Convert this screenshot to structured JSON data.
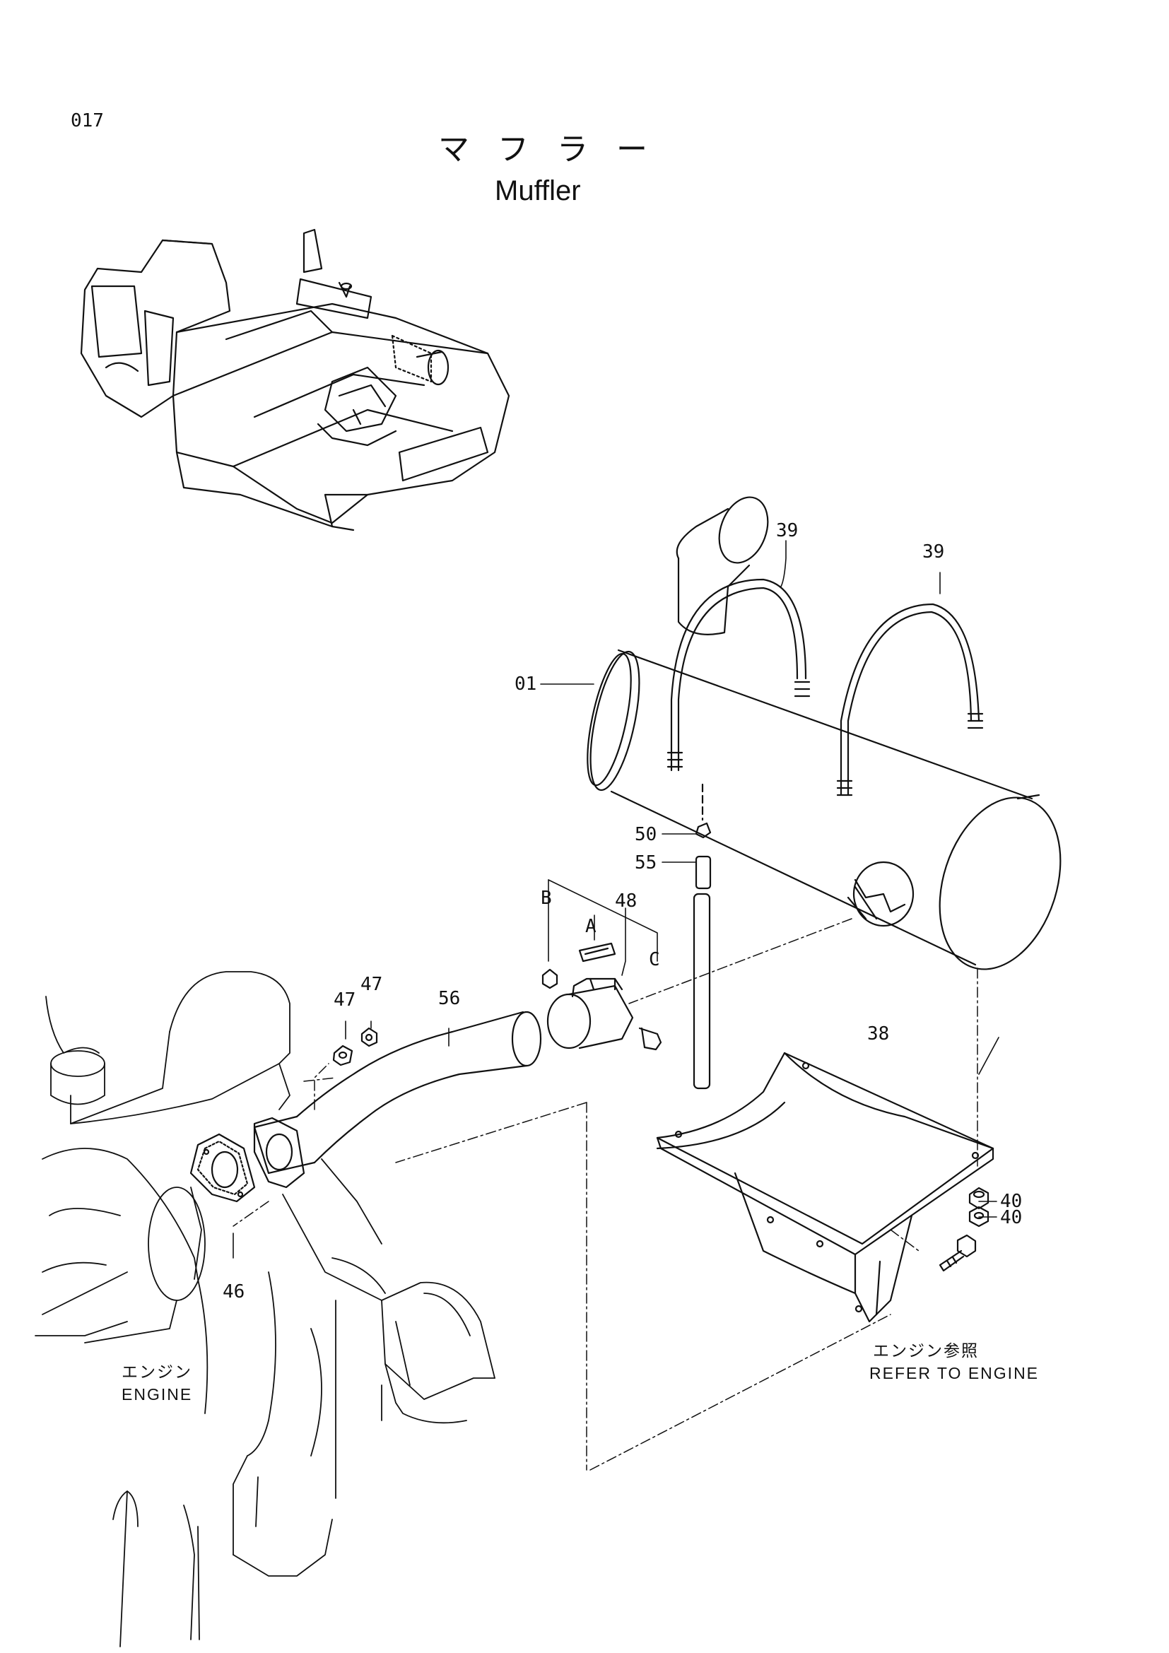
{
  "page": {
    "number": "017",
    "title_jp": "マフラー",
    "title_en": "Muffler"
  },
  "callouts": {
    "c01": "01",
    "c38": "38",
    "c39a": "39",
    "c39b": "39",
    "c40a": "40",
    "c40b": "40",
    "c46": "46",
    "c47a": "47",
    "c47b": "47",
    "c48": "48",
    "c50": "50",
    "c55": "55",
    "c56": "56",
    "cA": "A",
    "cB": "B",
    "cC": "C"
  },
  "notes": {
    "engine_jp": "エンジン",
    "engine_en": "ENGINE",
    "refer_jp": "エンジン参照",
    "refer_en": "REFER TO ENGINE"
  }
}
